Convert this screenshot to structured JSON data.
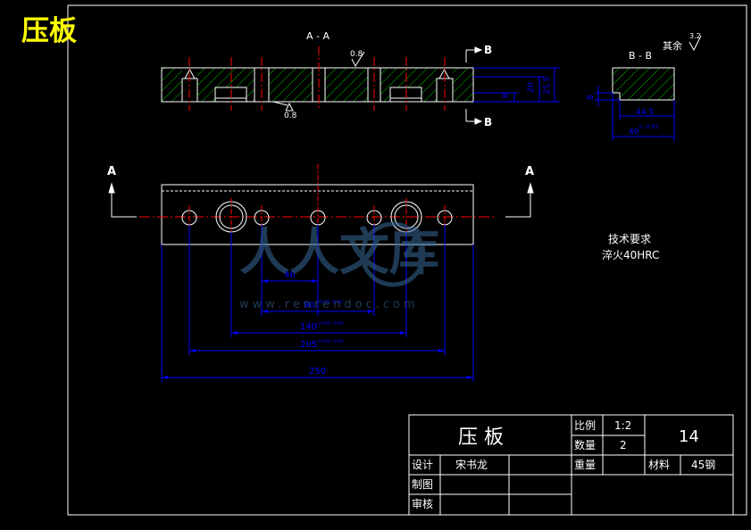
{
  "corner_title": "压板",
  "section_labels": {
    "aa_title": "A - A",
    "bb_title": "B - B",
    "b_top": "B",
    "b_bottom": "B",
    "a_left": "A",
    "a_right": "A"
  },
  "roughness": {
    "top": "0.8",
    "bottom": "0.8",
    "other_label": "其余",
    "other_value": "3.2"
  },
  "dims_section": {
    "d1": "8",
    "d2": "20",
    "d3": "25.5"
  },
  "dims_bb": {
    "height": "8",
    "w1": "44.5",
    "w2": "40",
    "w2_tol": "0\n-0.05"
  },
  "dims_plan": {
    "d46": "46",
    "d90": "90",
    "d90_tol": "+0.02 -0.02",
    "d140": "140",
    "d140_tol": "+0.02 -0.02",
    "d205": "205",
    "d205_tol": "+0.02 -0.02",
    "d250": "250"
  },
  "tech_req": {
    "title": "技术要求",
    "line1": "淬火40HRC"
  },
  "title_block": {
    "part_name": "压  板",
    "scale_label": "比例",
    "scale_value": "1:2",
    "qty_label": "数量",
    "qty_value": "2",
    "drawing_no": "14",
    "weight_label": "重量",
    "material_label": "材料",
    "material_value": "45钢",
    "design_label": "设计",
    "designer": "宋书龙",
    "draw_label": "制图",
    "check_label": "审核"
  },
  "watermark": {
    "text": "人人文库",
    "url": "www.renrendoc.com"
  },
  "colors": {
    "background": "#000000",
    "outline": "#ffffff",
    "hatch": "#00c000",
    "dimension": "#0000ff",
    "centerline": "#ff0000",
    "label": "#ffffff",
    "title_yellow": "#ffff00"
  }
}
